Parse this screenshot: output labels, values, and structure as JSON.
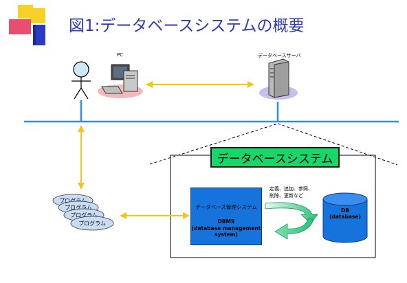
{
  "title": "図1:データベースシステムの概要",
  "pc_label": "PC",
  "server_label": "データベースサーバ",
  "dbsys_label": "データベースシステム",
  "dbms": {
    "title": "データベース管理システム",
    "name": "DBMS",
    "full": "(database management system)"
  },
  "operations": [
    "定義、追加、参照、",
    "削除、更新など"
  ],
  "db": {
    "name": "DB",
    "full": "(database)"
  },
  "programs": [
    "プログラム",
    "プログラム",
    "プログラム",
    "プログラム"
  ],
  "colors": {
    "title": "#2e3bb0",
    "network_line": "#2b8ee8",
    "arrow": "#f4c518",
    "dbsys_box": "#19d66a",
    "dbms_box": "#1673dc",
    "db_cylinder": "#1673dc",
    "cycle_arrow": "#2ec07a",
    "program_fill": "#c8dcf4"
  }
}
